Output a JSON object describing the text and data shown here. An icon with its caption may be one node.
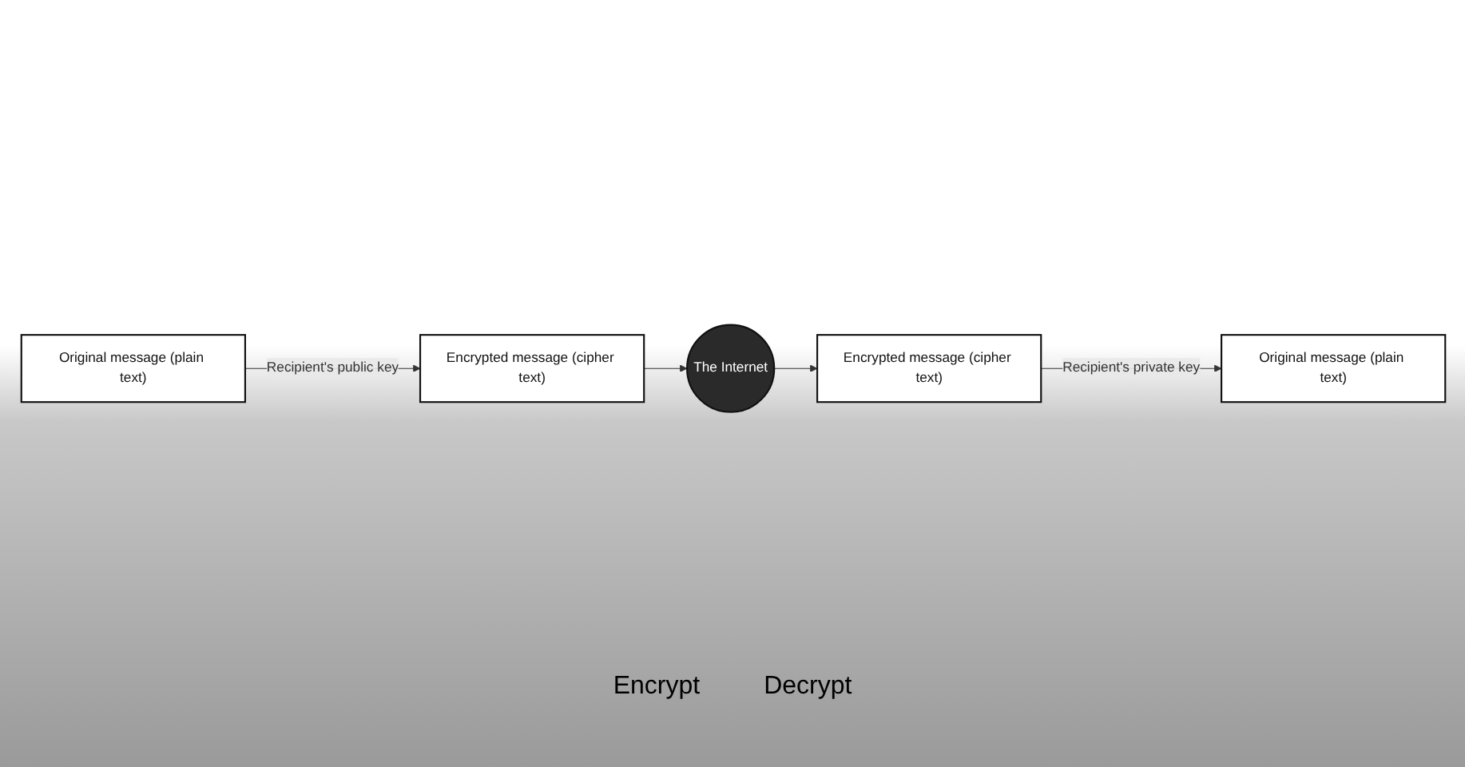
{
  "diagram": {
    "nodes": [
      {
        "text": [
          "Original message (plain text)"
        ]
      },
      {
        "text": [
          "Encrypted message (cipher text)"
        ]
      },
      {
        "text": [
          "The Internet"
        ]
      },
      {
        "text": [
          "Original message (plain text)"
        ]
      },
      {
        "text": [
          "Encrypted message (cipher text)"
        ]
      }
    ],
    "edges": [
      {
        "from": 0,
        "to": 1,
        "arrow": "to",
        "label": "Recipient's public key"
      },
      {
        "from": 1,
        "to": 2,
        "arrow": "to"
      },
      {
        "from": 2,
        "to": 4,
        "arrow": "to"
      },
      {
        "from": 4,
        "to": 3,
        "arrow": "to",
        "label": "Recipient's private key"
      }
    ],
    "labels": [
      "Encrypt",
      "Decrypt"
    ]
  }
}
